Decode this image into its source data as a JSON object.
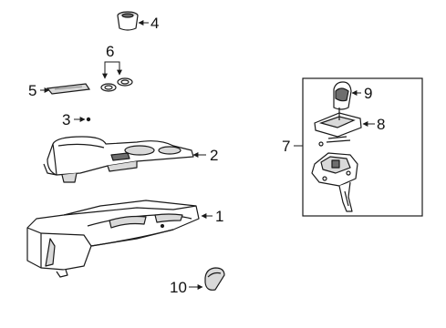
{
  "diagram": {
    "line_color": "#1a1a1a",
    "part_fill": "#ffffff",
    "shade_fill": "#d9d9d9",
    "dark_fill": "#6e6e6e",
    "callouts": [
      "1",
      "2",
      "3",
      "4",
      "5",
      "6",
      "7",
      "8",
      "9",
      "10"
    ]
  }
}
